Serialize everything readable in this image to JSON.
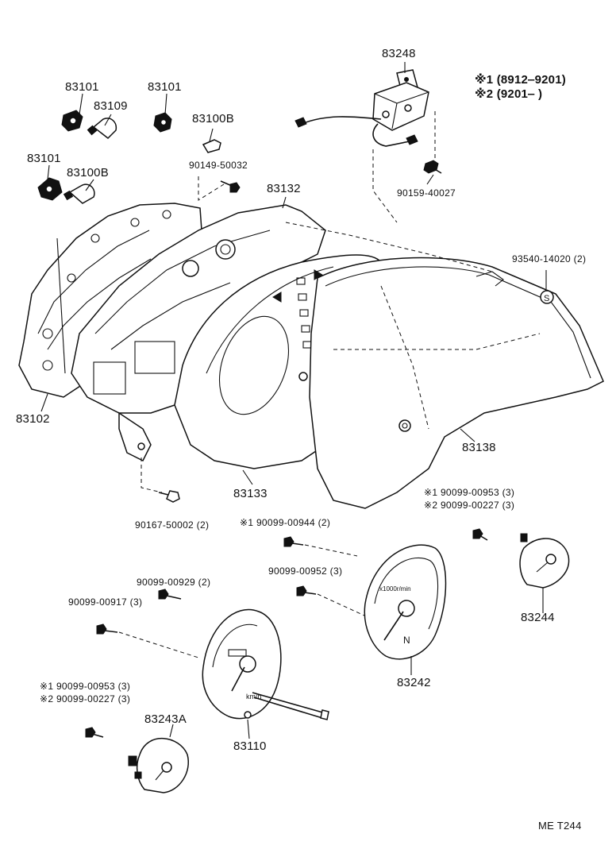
{
  "legend": {
    "note1": "※1 (8912‒9201)",
    "note2": "※2 (9201‒        )"
  },
  "parts": [
    {
      "id": "83248",
      "label": "83248"
    },
    {
      "id": "83101a",
      "label": "83101"
    },
    {
      "id": "83109",
      "label": "83109"
    },
    {
      "id": "83101b",
      "label": "83101"
    },
    {
      "id": "83100B_a",
      "label": "83100B"
    },
    {
      "id": "83101c",
      "label": "83101"
    },
    {
      "id": "83100B_b",
      "label": "83100B"
    },
    {
      "id": "90149",
      "label": "90149-50032"
    },
    {
      "id": "83132",
      "label": "83132"
    },
    {
      "id": "90159",
      "label": "90159-40027"
    },
    {
      "id": "93540",
      "label": "93540-14020 (2)"
    },
    {
      "id": "83102",
      "label": "83102"
    },
    {
      "id": "83138",
      "label": "83138"
    },
    {
      "id": "83133",
      "label": "83133"
    },
    {
      "id": "90167",
      "label": "90167-50002 (2)"
    },
    {
      "id": "s1_00953_a",
      "label": "※1 90099-00953 (3)"
    },
    {
      "id": "s2_00227_a",
      "label": "※2 90099-00227 (3)"
    },
    {
      "id": "s1_00944",
      "label": "※1 90099-00944 (2)"
    },
    {
      "id": "00952",
      "label": "90099-00952 (3)"
    },
    {
      "id": "83244",
      "label": "83244"
    },
    {
      "id": "00929",
      "label": "90099-00929 (2)"
    },
    {
      "id": "00917",
      "label": "90099-00917 (3)"
    },
    {
      "id": "83242",
      "label": "83242"
    },
    {
      "id": "s1_00953_b",
      "label": "※1 90099-00953 (3)"
    },
    {
      "id": "s2_00227_b",
      "label": "※2 90099-00227 (3)"
    },
    {
      "id": "83243A",
      "label": "83243A"
    },
    {
      "id": "83110",
      "label": "83110"
    }
  ],
  "symbols": {
    "s_marker": "S",
    "tach_n": "N",
    "speedo_kmh": "km/h"
  },
  "footer": {
    "code": "ME  T244"
  }
}
